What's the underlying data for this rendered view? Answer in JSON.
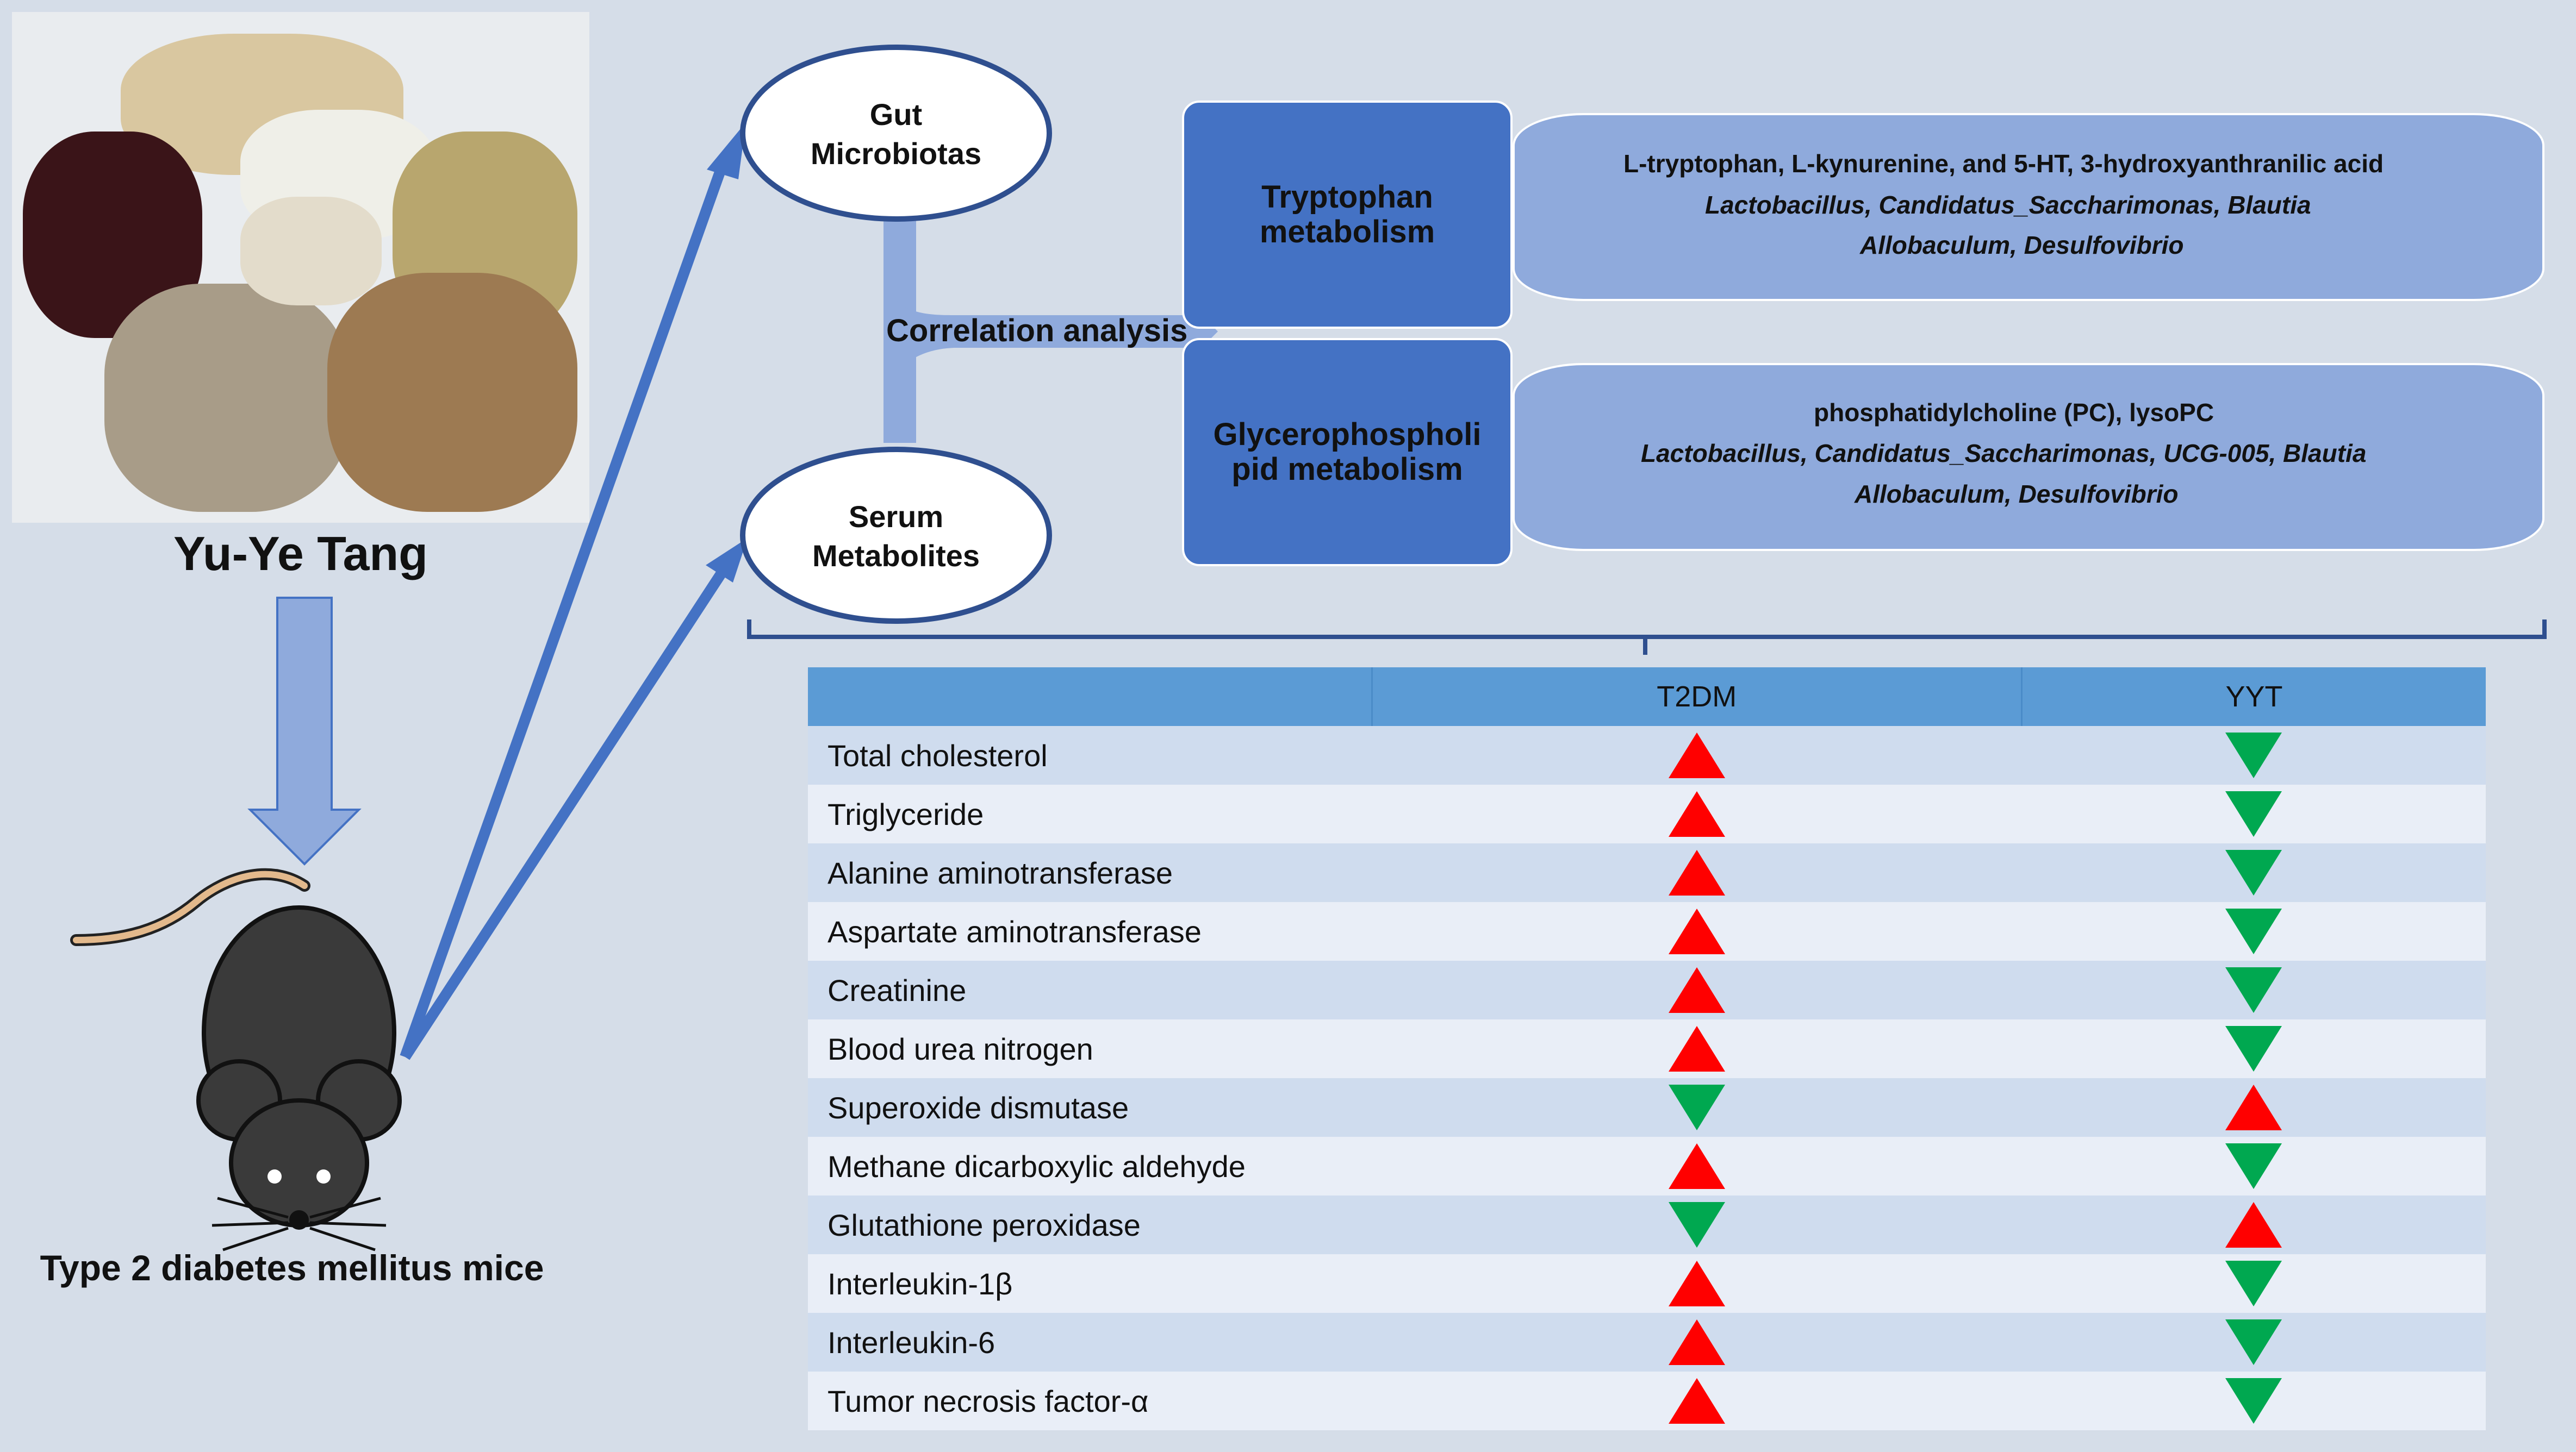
{
  "herb": {
    "title": "Yu-Ye Tang"
  },
  "mouse": {
    "label": "Type 2 diabetes mellitus mice"
  },
  "ellipses": {
    "gut": [
      "Gut",
      "Microbiotas"
    ],
    "serum": [
      "Serum",
      "Metabolites"
    ]
  },
  "correlation_label": "Correlation analysis",
  "pathways": [
    {
      "title": [
        "Tryptophan",
        "metabolism"
      ],
      "lines": [
        "L-tryptophan, L-kynurenine, and 5-HT, 3-hydroxyanthranilic acid",
        "Lactobacillus, Candidatus_Saccharimonas, Blautia",
        "Allobaculum, Desulfovibrio"
      ]
    },
    {
      "title": [
        "Glycerophospholi",
        "pid metabolism"
      ],
      "lines": [
        "phosphatidylcholine (PC), lysoPC",
        "Lactobacillus, Candidatus_Saccharimonas, UCG-005, Blautia",
        "Allobaculum, Desulfovibrio"
      ]
    }
  ],
  "table": {
    "headers": [
      "",
      "T2DM",
      "YYT"
    ],
    "rows": [
      {
        "name": "Total cholesterol",
        "t2dm": "up",
        "yyt": "down"
      },
      {
        "name": "Triglyceride",
        "t2dm": "up",
        "yyt": "down"
      },
      {
        "name": "Alanine aminotransferase",
        "t2dm": "up",
        "yyt": "down"
      },
      {
        "name": "Aspartate aminotransferase",
        "t2dm": "up",
        "yyt": "down"
      },
      {
        "name": "Creatinine",
        "t2dm": "up",
        "yyt": "down"
      },
      {
        "name": "Blood urea nitrogen",
        "t2dm": "up",
        "yyt": "down"
      },
      {
        "name": "Superoxide dismutase",
        "t2dm": "down",
        "yyt": "up"
      },
      {
        "name": "Methane dicarboxylic aldehyde",
        "t2dm": "up",
        "yyt": "down"
      },
      {
        "name": "Glutathione peroxidase",
        "t2dm": "down",
        "yyt": "up"
      },
      {
        "name": "Interleukin-1β",
        "t2dm": "up",
        "yyt": "down"
      },
      {
        "name": "Interleukin-6",
        "t2dm": "up",
        "yyt": "down"
      },
      {
        "name": "Tumor necrosis factor-α",
        "t2dm": "up",
        "yyt": "down"
      }
    ]
  },
  "colors": {
    "increase": "#ff0000",
    "decrease": "#00a850",
    "arrow_blue": "#4472c4",
    "pathway_box": "#4472c4",
    "detail_box": "#8faadc"
  }
}
